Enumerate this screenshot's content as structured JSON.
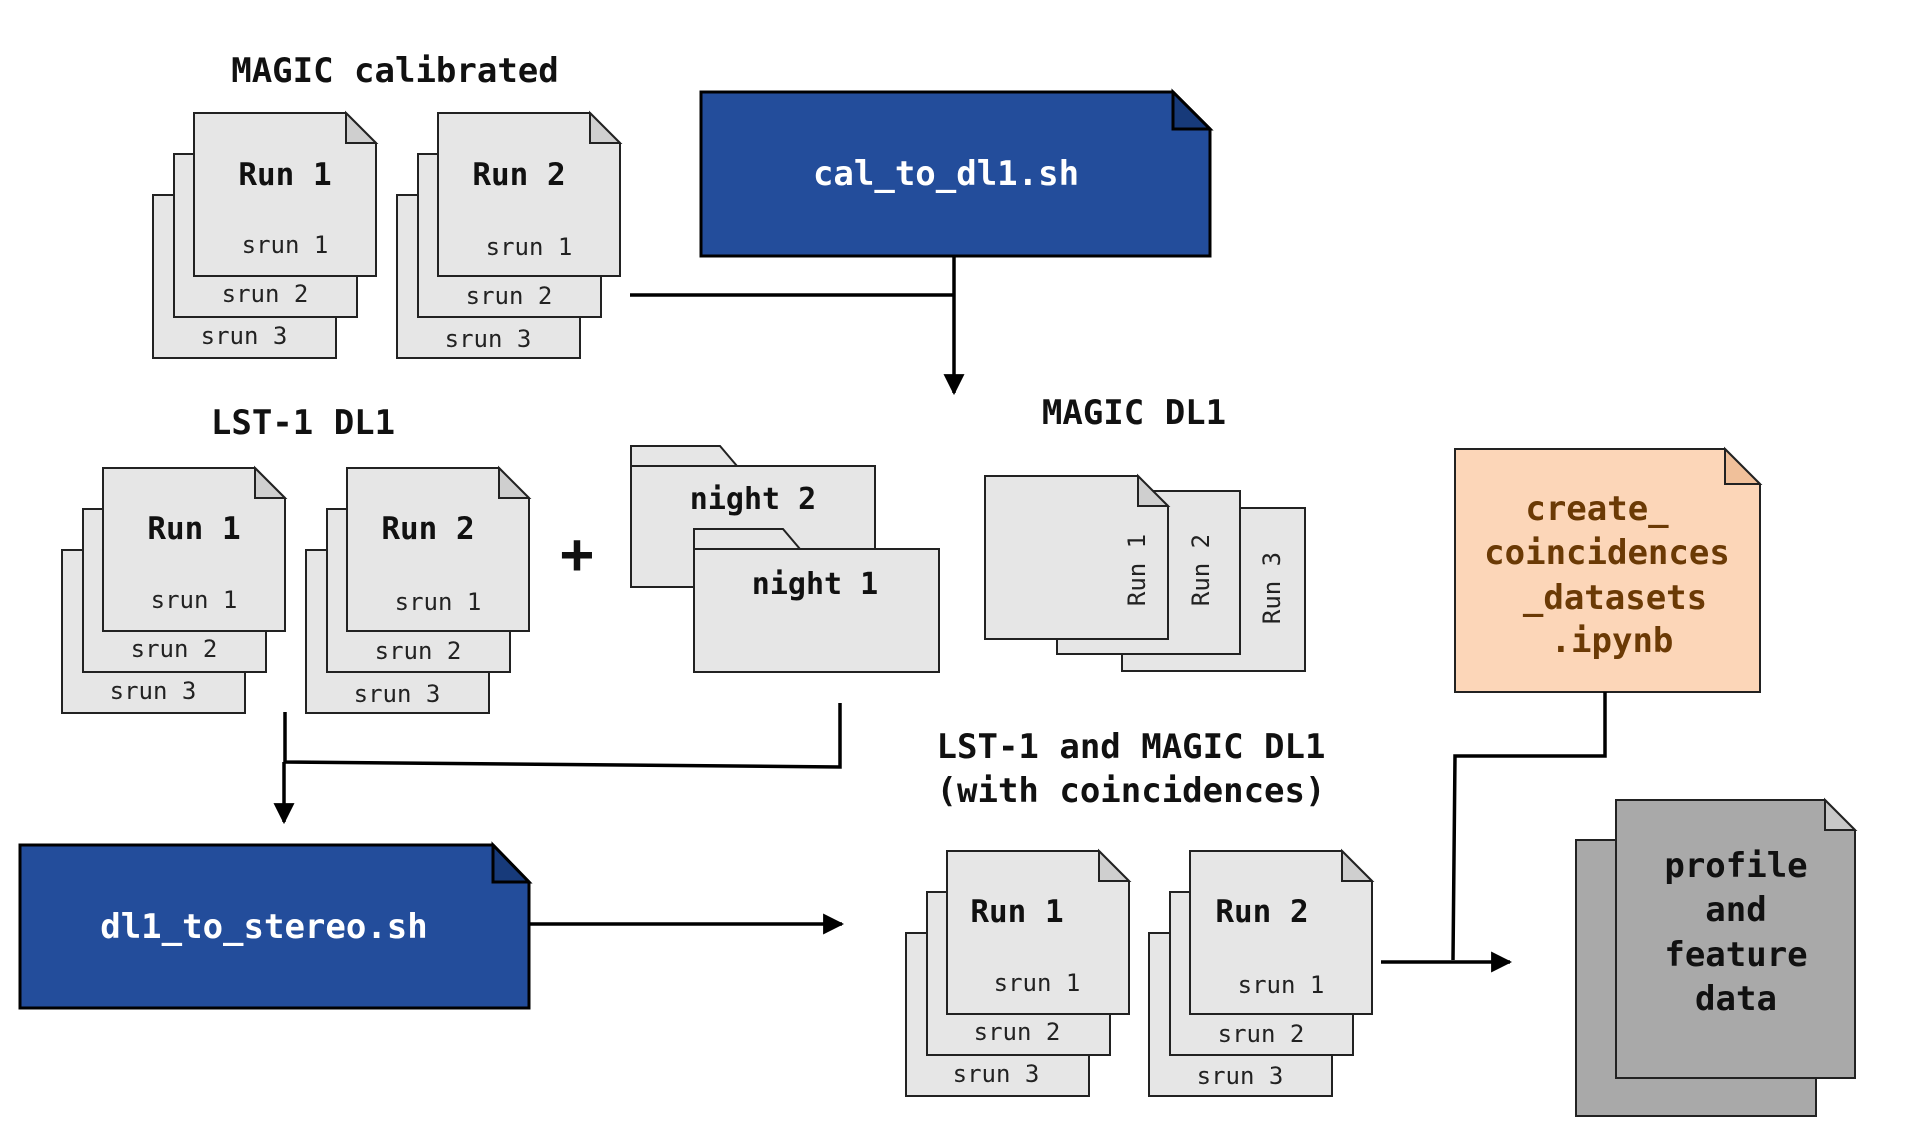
{
  "sections": {
    "magic_calibrated": "MAGIC calibrated",
    "lst1_dl1": "LST-1 DL1",
    "magic_dl1": "MAGIC DL1",
    "combined_line1": "LST-1 and MAGIC DL1",
    "combined_line2": "(with coincidences)"
  },
  "run_stacks": {
    "magic_cal_run1": {
      "run": "Run 1",
      "sruns": [
        "srun 1",
        "srun 2",
        "srun 3"
      ]
    },
    "magic_cal_run2": {
      "run": "Run 2",
      "sruns": [
        "srun 1",
        "srun 2",
        "srun 3"
      ]
    },
    "lst_run1": {
      "run": "Run 1",
      "sruns": [
        "srun 1",
        "srun 2",
        "srun 3"
      ]
    },
    "lst_run2": {
      "run": "Run 2",
      "sruns": [
        "srun 1",
        "srun 2",
        "srun 3"
      ]
    },
    "coinc_run1": {
      "run": "Run 1",
      "sruns": [
        "srun 1",
        "srun 2",
        "srun 3"
      ]
    },
    "coinc_run2": {
      "run": "Run 2",
      "sruns": [
        "srun 1",
        "srun 2",
        "srun 3"
      ]
    }
  },
  "magic_dl1_runs": [
    "Run 1",
    "Run 2",
    "Run 3"
  ],
  "folders": {
    "night2": "night 2",
    "night1": "night 1"
  },
  "plus_sign": "+",
  "scripts": {
    "cal_to_dl1": "cal_to_dl1.sh",
    "dl1_to_stereo": "dl1_to_stereo.sh"
  },
  "notebook": {
    "lines": [
      "create_",
      "coincidences",
      "_datasets",
      ".ipynb"
    ]
  },
  "output_doc": {
    "lines": [
      "profile",
      "and",
      "feature",
      "data"
    ]
  },
  "colors": {
    "script_fill": "#234d9b",
    "notebook_fill": "#fcd6b8",
    "notebook_text": "#6b3a05",
    "page_fill": "#e6e6e6",
    "output_fill": "#a9a9a9"
  }
}
